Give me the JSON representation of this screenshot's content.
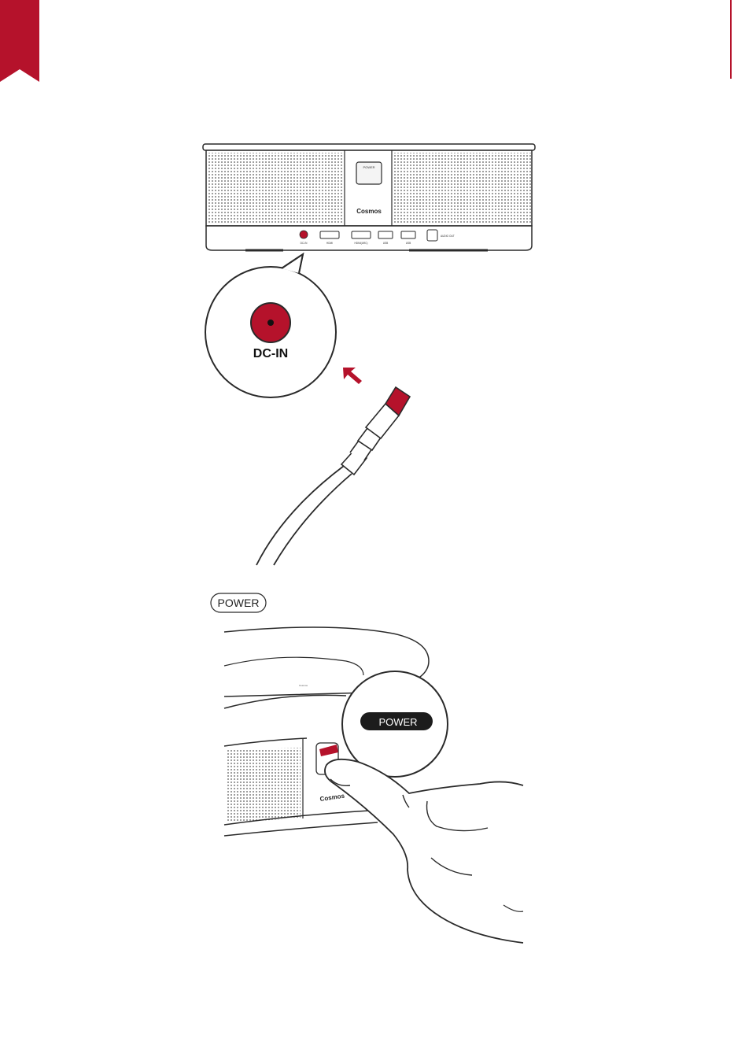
{
  "colors": {
    "accent": "#b5122b",
    "line": "#2a2a2a"
  },
  "figure_top": {
    "device_brand": "Cosmos",
    "top_button_label": "POWER",
    "port_labels": [
      "DC-IN",
      "HDMI",
      "HDMI(ARC)",
      "USB",
      "USB",
      "AUDIO OUT"
    ],
    "callout_label": "DC-IN"
  },
  "figure_bottom": {
    "button_label": "POWER",
    "device_brand": "Cosmos",
    "callout_label": "POWER"
  }
}
